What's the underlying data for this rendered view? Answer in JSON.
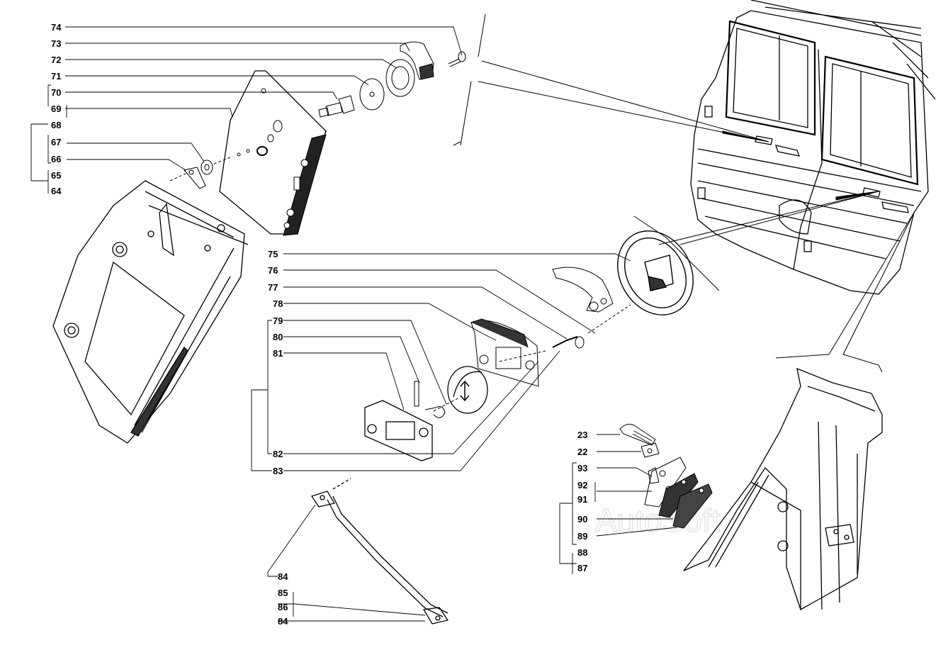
{
  "labels": {
    "l74": "74",
    "l73": "73",
    "l72": "72",
    "l71": "71",
    "l70": "70",
    "l69": "69",
    "l68": "68",
    "l67": "67",
    "l66": "66",
    "l65": "65",
    "l64": "64",
    "l75": "75",
    "l76": "76",
    "l77": "77",
    "l78": "78",
    "l79": "79",
    "l80": "80",
    "l81": "81",
    "l82": "82",
    "l83": "83",
    "l84a": "84",
    "l85": "85",
    "l86": "86",
    "l84b": "84",
    "l23": "23",
    "l22": "22",
    "l93": "93",
    "l92": "92",
    "l91": "91",
    "l90": "90",
    "l89": "89",
    "l88": "88",
    "l87": "87"
  },
  "watermark": "AutoSoft",
  "line_color": "#000000"
}
